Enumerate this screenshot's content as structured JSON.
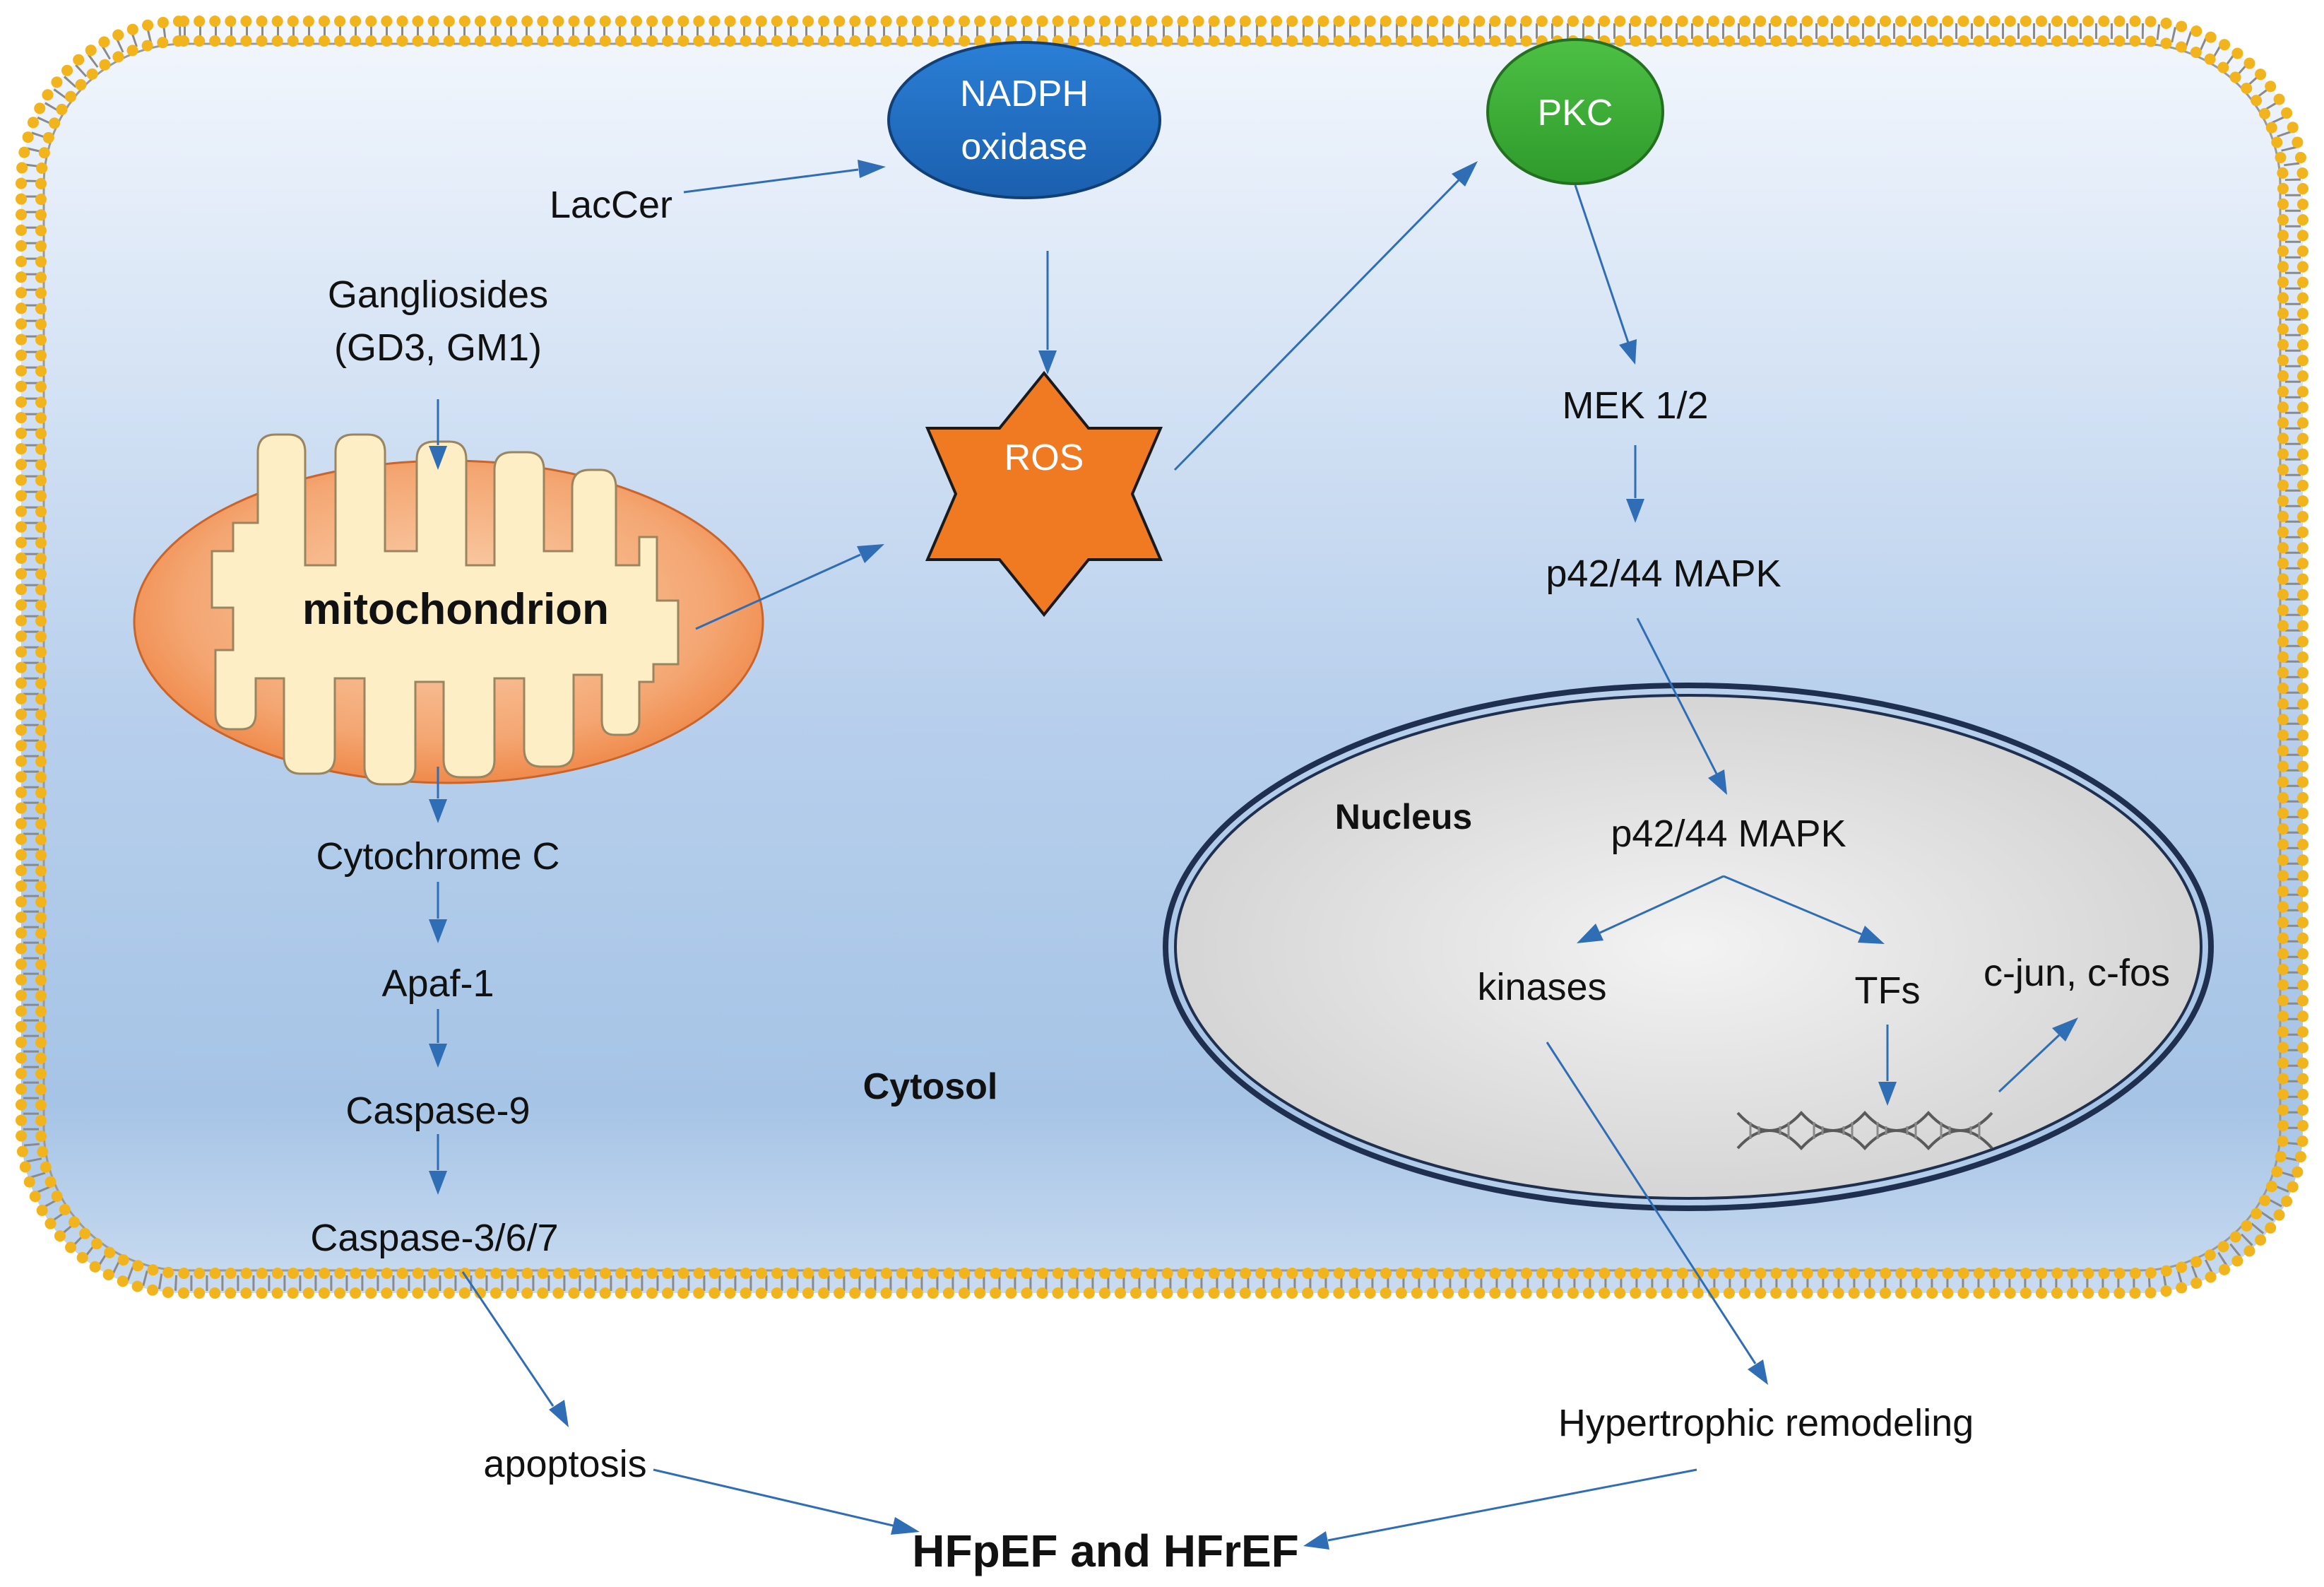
{
  "labels": {
    "lactosylceramide": "LacCer",
    "nadph_line1": "NADPH",
    "nadph_line2": "oxidase",
    "pkc": "PKC",
    "gangliosides_line1": "Gangliosides",
    "gangliosides_line2": "(GD3, GM1)",
    "ros": "ROS",
    "mek": "MEK 1/2",
    "mapk_cytosol": "p42/44 MAPK",
    "mitochondrion": "mitochondrion",
    "nucleus": "Nucleus",
    "mapk_nucleus": "p42/44 MAPK",
    "kinases": "kinases",
    "tfs": "TFs",
    "cjun_cfos": "c-jun, c-fos",
    "cytochrome_c": "Cytochrome C",
    "apaf1": "Apaf-1",
    "caspase9": "Caspase-9",
    "caspase367": "Caspase-3/6/7",
    "cytosol": "Cytosol",
    "hypertrophic": "Hypertrophic remodeling",
    "apoptosis": "apoptosis",
    "outcome": "HFpEF and HFrEF"
  },
  "colors": {
    "arrow": "#2f6db5",
    "nadph_fill": "#1f6fc4",
    "pkc_fill": "#3aa935",
    "ros_fill": "#f07a22",
    "membrane_head": "#f2b41c",
    "cytosol_top": "#f3f7fd",
    "cytosol_bottom": "#a6c4e6",
    "nucleus_fill": "#dedede",
    "nucleus_border": "#1f2f4f",
    "mito_outer": "#f08a45",
    "mito_inner": "#fdeec6"
  },
  "icons": {
    "dna": "dna-helix-icon",
    "membrane": "phospholipid-bilayer"
  }
}
